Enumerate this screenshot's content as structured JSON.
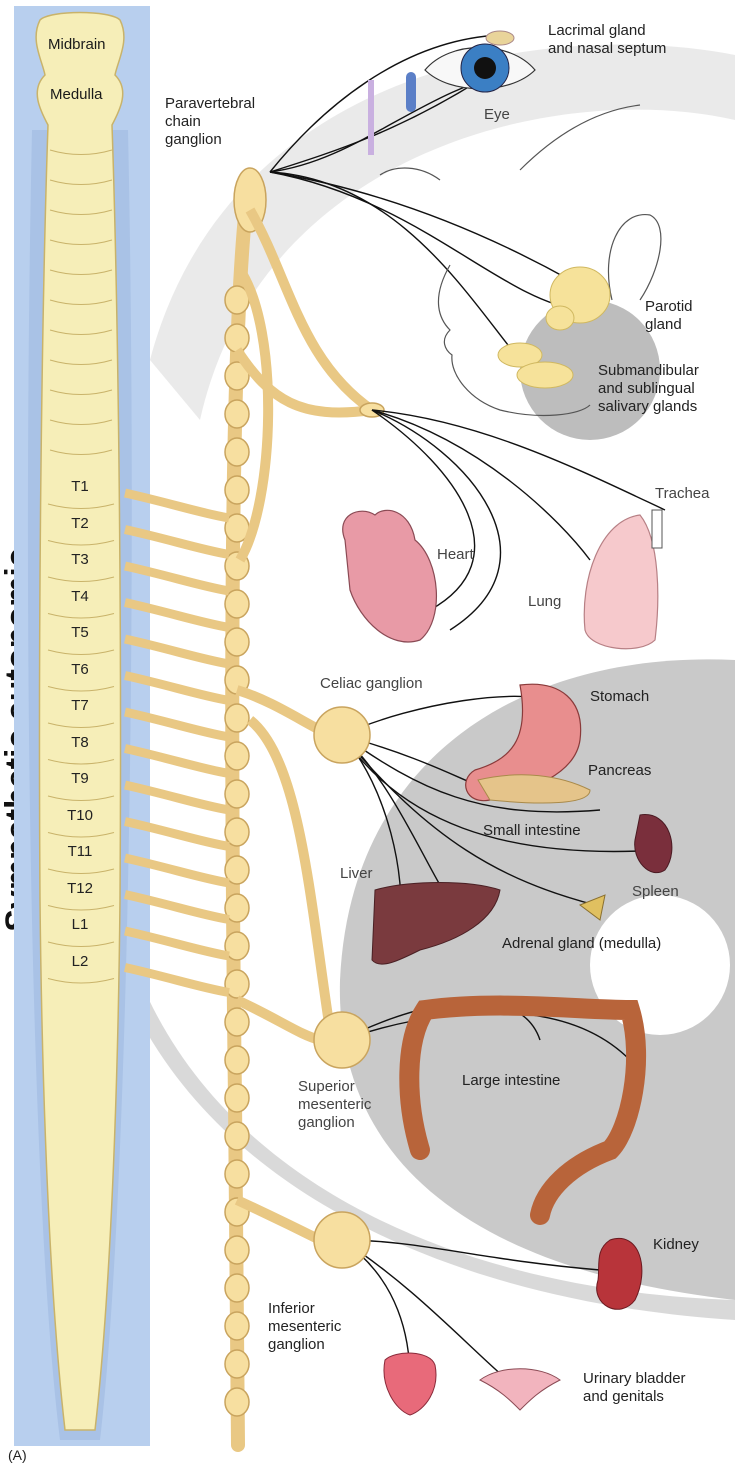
{
  "title_vertical": "Sympathetic autonomic pathways",
  "panel_label": "(A)",
  "cns": {
    "midbrain": "Midbrain",
    "medulla": "Medulla",
    "segments": [
      "T1",
      "T2",
      "T3",
      "T4",
      "T5",
      "T6",
      "T7",
      "T8",
      "T9",
      "T10",
      "T11",
      "T12",
      "L1",
      "L2"
    ]
  },
  "ganglia": {
    "paravertebral": [
      "Paravertebral",
      "chain",
      "ganglion"
    ],
    "celiac": "Celiac ganglion",
    "superior_mesenteric": [
      "Superior",
      "mesenteric",
      "ganglion"
    ],
    "inferior_mesenteric": [
      "Inferior",
      "mesenteric",
      "ganglion"
    ]
  },
  "organs": {
    "lacrimal": [
      "Lacrimal gland",
      "and nasal septum"
    ],
    "eye": "Eye",
    "parotid": [
      "Parotid",
      "gland"
    ],
    "submandibular": [
      "Submandibular",
      "and sublingual",
      "salivary glands"
    ],
    "trachea": "Trachea",
    "heart": "Heart",
    "lung": "Lung",
    "stomach": "Stomach",
    "pancreas": "Pancreas",
    "small_intestine": "Small intestine",
    "liver": "Liver",
    "spleen": "Spleen",
    "adrenal": "Adrenal gland (medulla)",
    "large_intestine": "Large intestine",
    "kidney": "Kidney",
    "bladder": [
      "Urinary bladder",
      "and genitals"
    ]
  },
  "colors": {
    "nerve_fill": "#f7dfa0",
    "nerve_stroke": "#c9a45e",
    "cord_background": "#b8cfee",
    "shading": "#cfcfcf",
    "fiber": "#111111"
  }
}
